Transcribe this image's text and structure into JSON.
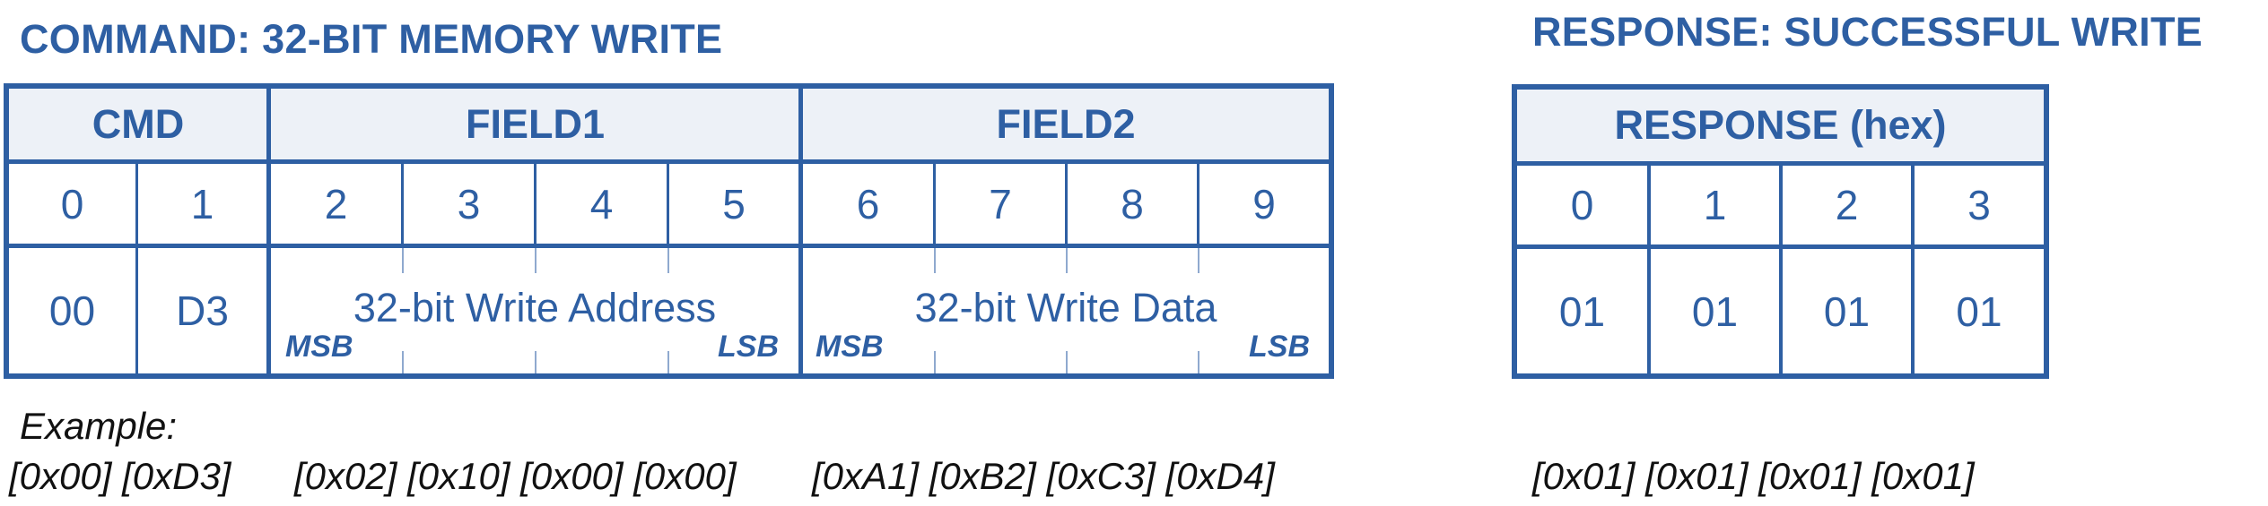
{
  "command": {
    "title": "COMMAND: 32-BIT MEMORY WRITE",
    "groups": [
      "CMD",
      "FIELD1",
      "FIELD2"
    ],
    "byte_indices": [
      "0",
      "1",
      "2",
      "3",
      "4",
      "5",
      "6",
      "7",
      "8",
      "9"
    ],
    "cmd_values": [
      "00",
      "D3"
    ],
    "field1_text": "32-bit Write Address",
    "field2_text": "32-bit Write Data",
    "msb_label": "MSB",
    "lsb_label": "LSB"
  },
  "response": {
    "title": "RESPONSE: SUCCESSFUL WRITE",
    "header": "RESPONSE (hex)",
    "byte_indices": [
      "0",
      "1",
      "2",
      "3"
    ],
    "values": [
      "01",
      "01",
      "01",
      "01"
    ]
  },
  "example": {
    "label": "Example:",
    "cmd": "[0x00] [0xD3]",
    "field1": "[0x02] [0x10] [0x00] [0x00]",
    "field2": "[0xA1] [0xB2] [0xC3] [0xD4]",
    "response": "[0x01]  [0x01] [0x01] [0x01]"
  },
  "colors": {
    "primary": "#2e5fa3",
    "header_bg": "#edf1f7",
    "example_text": "#111111"
  }
}
